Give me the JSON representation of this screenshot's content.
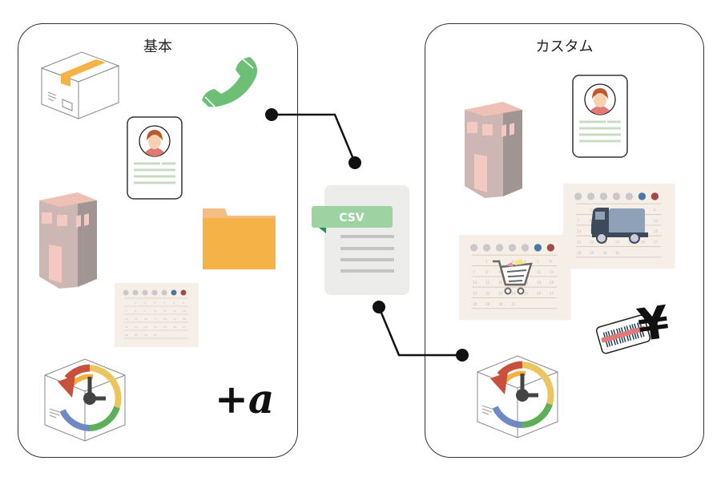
{
  "panels": {
    "basic": {
      "title": "基本",
      "items": [
        "cardboard-box",
        "telephone",
        "profile-card",
        "building",
        "folder",
        "calendar",
        "backup-clock-box"
      ],
      "extra_label": "+a"
    },
    "custom": {
      "title": "カスタム",
      "items": [
        "building",
        "profile-card",
        "calendar-delivery-truck",
        "calendar-shopping-cart",
        "price-tag-yen",
        "backup-clock-box"
      ],
      "currency_symbol": "¥"
    }
  },
  "center": {
    "file_type_label": "CSV"
  },
  "colors": {
    "phone_green": "#6dbf76",
    "folder_orange": "#f4b247",
    "csv_tab_green": "#9dd3a3",
    "csv_corner_green": "#2a8a5a",
    "building_pink": "#cdb7b4",
    "building_window": "#f3c9c1",
    "calendar_bg": "#f6efe8",
    "connector": "#111111"
  }
}
